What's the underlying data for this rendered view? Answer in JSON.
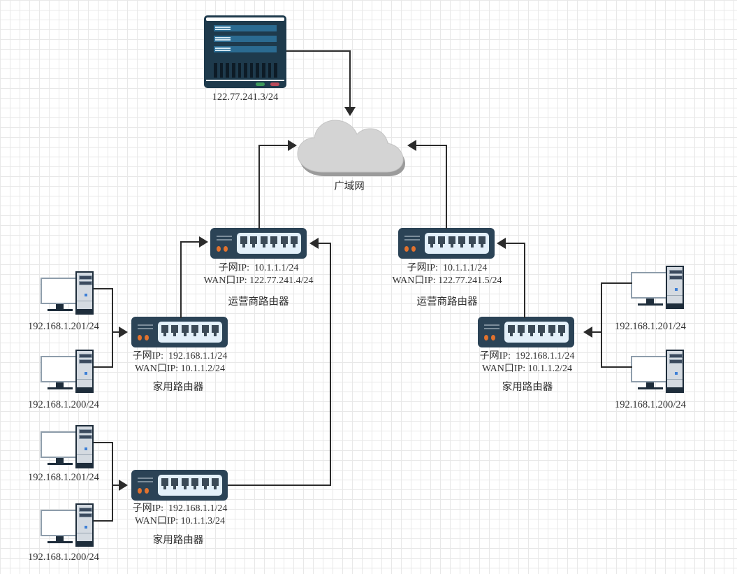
{
  "diagram": {
    "title": "network-topology",
    "colors": {
      "device_body": "#2b4356",
      "server_body": "#1e3a4c",
      "port_panel": "#e3f0fa",
      "led_orange": "#e2722e",
      "led_green": "#3f9a5b",
      "led_red": "#b94a5a",
      "cloud_fill": "#d4d4d4",
      "cloud_shadow": "#9b9b9b",
      "line": "#2b2b2b",
      "grid_minor": "#e8e8e8",
      "grid_major": "#dadada",
      "text": "#333333"
    }
  },
  "server": {
    "ip": "122.77.241.3/24"
  },
  "cloud": {
    "label": "广域网"
  },
  "isp_routers": [
    {
      "id": "isp-left",
      "subnet_ip": "子网IP:  10.1.1.1/24",
      "wan_ip": "WAN口IP: 122.77.241.4/24",
      "role": "运营商路由器"
    },
    {
      "id": "isp-right",
      "subnet_ip": "子网IP:  10.1.1.1/24",
      "wan_ip": "WAN口IP: 122.77.241.5/24",
      "role": "运营商路由器"
    }
  ],
  "home_routers": [
    {
      "id": "home-left-top",
      "subnet_ip": "子网IP:  192.168.1.1/24",
      "wan_ip": "WAN口IP: 10.1.1.2/24",
      "role": "家用路由器"
    },
    {
      "id": "home-left-bottom",
      "subnet_ip": "子网IP:  192.168.1.1/24",
      "wan_ip": "WAN口IP: 10.1.1.3/24",
      "role": "家用路由器"
    },
    {
      "id": "home-right",
      "subnet_ip": "子网IP:  192.168.1.1/24",
      "wan_ip": "WAN口IP: 10.1.1.2/24",
      "role": "家用路由器"
    }
  ],
  "hosts": [
    {
      "id": "pc-lt-1",
      "ip": "192.168.1.201/24"
    },
    {
      "id": "pc-lt-2",
      "ip": "192.168.1.200/24"
    },
    {
      "id": "pc-lb-1",
      "ip": "192.168.1.201/24"
    },
    {
      "id": "pc-lb-2",
      "ip": "192.168.1.200/24"
    },
    {
      "id": "pc-r-1",
      "ip": "192.168.1.201/24"
    },
    {
      "id": "pc-r-2",
      "ip": "192.168.1.200/24"
    }
  ]
}
